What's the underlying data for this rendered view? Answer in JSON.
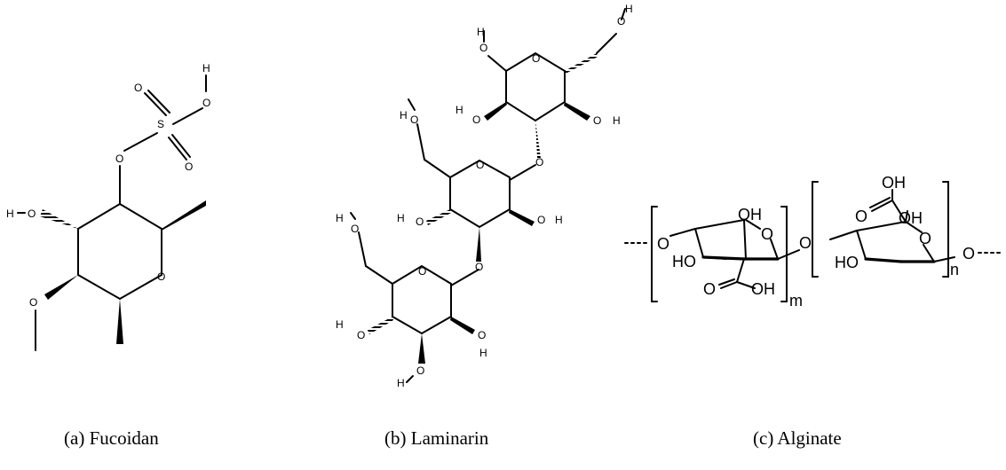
{
  "captions": {
    "a": {
      "letter": "(a)",
      "name": "Fucoidan"
    },
    "b": {
      "letter": "(b)",
      "name": "Laminarin"
    },
    "c": {
      "letter": "(c)",
      "name": "Alginate"
    }
  },
  "atoms": {
    "O": "O",
    "H": "H",
    "S": "S",
    "OH": "OH",
    "HO": "HO",
    "m": "m",
    "n": "n"
  }
}
